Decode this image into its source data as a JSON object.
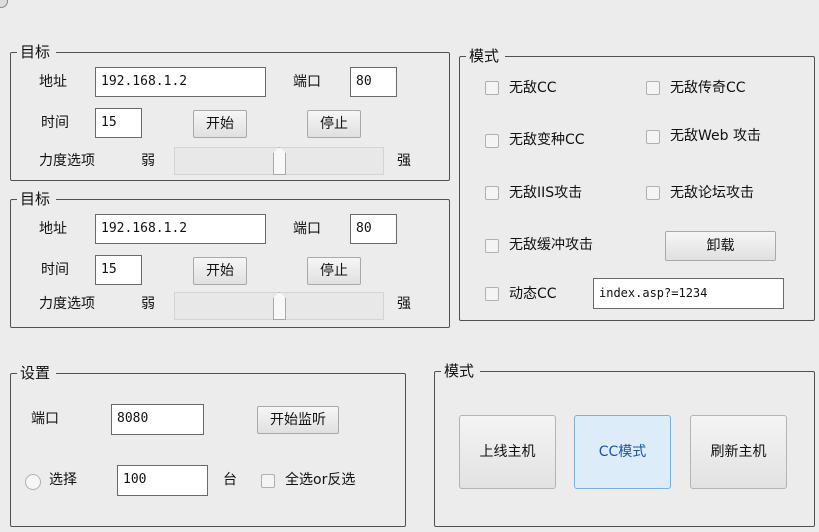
{
  "targets": [
    {
      "legend": "目标",
      "address_label": "地址",
      "address_value": "192.168.1.2",
      "port_label": "端口",
      "port_value": "80",
      "time_label": "时间",
      "time_value": "15",
      "start_label": "开始",
      "stop_label": "停止",
      "strength_label": "力度选项",
      "weak_label": "弱",
      "strong_label": "强",
      "strength_level": 0.5
    },
    {
      "legend": "目标",
      "address_label": "地址",
      "address_value": "192.168.1.2",
      "port_label": "端口",
      "port_value": "80",
      "time_label": "时间",
      "time_value": "15",
      "start_label": "开始",
      "stop_label": "停止",
      "strength_label": "力度选项",
      "weak_label": "弱",
      "strong_label": "强",
      "strength_level": 0.5
    }
  ],
  "mode_top": {
    "legend": "模式",
    "options": [
      {
        "label": "无敌CC",
        "checked": false
      },
      {
        "label": "无敌传奇CC",
        "checked": false
      },
      {
        "label": "无敌变种CC",
        "checked": false
      },
      {
        "label": "无敌Web 攻击",
        "checked": false
      },
      {
        "label": "无敌IIS攻击",
        "checked": false
      },
      {
        "label": "无敌论坛攻击",
        "checked": false
      },
      {
        "label": "无敌缓冲攻击",
        "checked": false
      }
    ],
    "unload_label": "卸载",
    "dynamic_label": "动态CC",
    "dynamic_value": "index.asp?=1234"
  },
  "settings": {
    "legend": "设置",
    "port_label": "端口",
    "port_value": "8080",
    "listen_label": "开始监听",
    "select_label": "选择",
    "select_value": "100",
    "unit_label": "台",
    "select_all_label": "全选or反选"
  },
  "mode_bottom": {
    "legend": "模式",
    "online_label": "上线主机",
    "cc_mode_label": "CC模式",
    "refresh_label": "刷新主机"
  },
  "colors": {
    "background": "#ececec",
    "active_button": "#dcecf8",
    "active_text": "#1a56a0"
  }
}
